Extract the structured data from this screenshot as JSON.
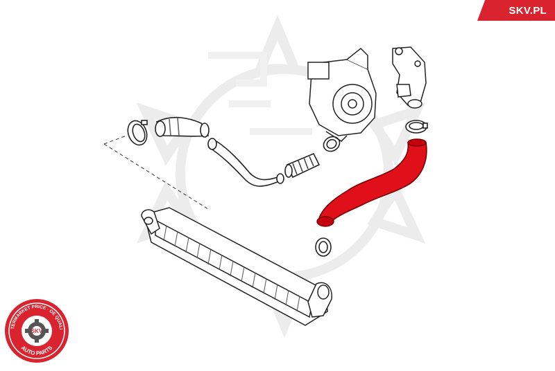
{
  "brand": {
    "label": "SKV.PL",
    "color": "#d9232e"
  },
  "seal": {
    "top_text": "AFTERMARKET PRICE · OE QUALITY",
    "bottom_text": "AUTO PARTS",
    "center_text": "SKV",
    "color": "#d9232e"
  },
  "diagram": {
    "highlight_color": "#e0101a",
    "components": [
      "turbocharger",
      "exhaust-manifold-outlet",
      "clamp",
      "intake-hose",
      "intercooler-pipe",
      "bellows-hose",
      "intercooler-hose",
      "intercooler"
    ]
  }
}
